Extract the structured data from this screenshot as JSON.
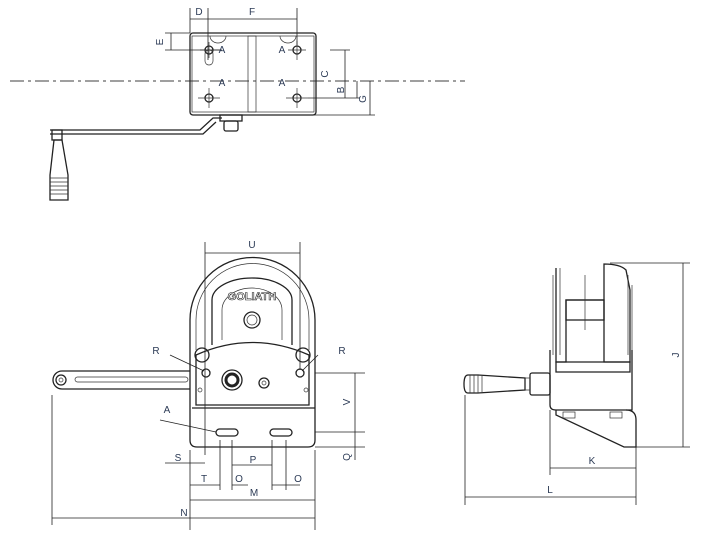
{
  "diagram": {
    "brand_logo": "GOLIATH",
    "top_view_labels": {
      "D": "D",
      "F": "F",
      "E": "E",
      "C": "C",
      "B": "B",
      "G": "G",
      "A1": "A",
      "A2": "A",
      "A3": "A",
      "A4": "A"
    },
    "front_view_labels": {
      "U": "U",
      "R1": "R",
      "R2": "R",
      "A": "A",
      "V": "V",
      "Q": "Q",
      "S": "S",
      "P": "P",
      "T": "T",
      "O1": "O",
      "O2": "O",
      "M": "M",
      "N": "N"
    },
    "side_view_labels": {
      "J": "J",
      "K": "K",
      "L": "L"
    }
  }
}
